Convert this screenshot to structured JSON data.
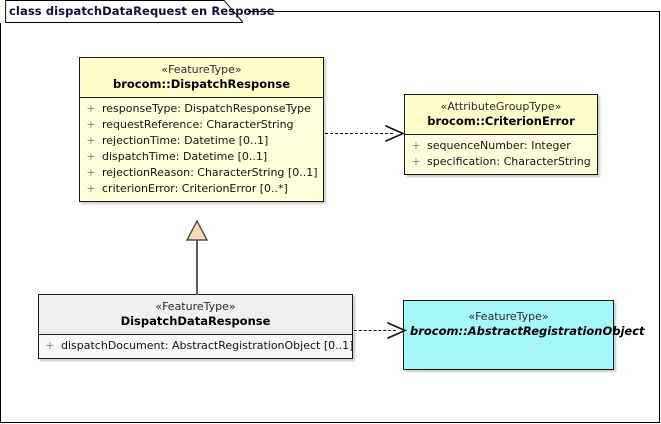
{
  "diagram": {
    "title": "class dispatchDataRequest en Response",
    "background_color": "#ffffff",
    "border_color": "#000000"
  },
  "colors": {
    "feature_type_fill": "#ffffcc",
    "attribute_group_fill": "#ffffcc",
    "abstract_fill": "#a6f7f7",
    "plain_fill": "#f2f2f2",
    "line": "#1a1a1a",
    "visibility_marker": "#8d8a5a",
    "generalization_triangle": "#f5dcb4"
  },
  "classes": {
    "dispatch_response": {
      "stereotype": "«FeatureType»",
      "name": "brocom::DispatchResponse",
      "abstract": false,
      "attributes": [
        {
          "visibility": "+",
          "text": "responseType: DispatchResponseType"
        },
        {
          "visibility": "+",
          "text": "requestReference: CharacterString"
        },
        {
          "visibility": "+",
          "text": "rejectionTime: Datetime [0..1]"
        },
        {
          "visibility": "+",
          "text": "dispatchTime: Datetime [0..1]"
        },
        {
          "visibility": "+",
          "text": "rejectionReason: CharacterString [0..1]"
        },
        {
          "visibility": "+",
          "text": "criterionError: CriterionError [0..*]"
        }
      ]
    },
    "criterion_error": {
      "stereotype": "«AttributeGroupType»",
      "name": "brocom::CriterionError",
      "abstract": false,
      "attributes": [
        {
          "visibility": "+",
          "text": "sequenceNumber: Integer"
        },
        {
          "visibility": "+",
          "text": "specification: CharacterString"
        }
      ]
    },
    "dispatch_data_response": {
      "stereotype": "«FeatureType»",
      "name": "DispatchDataResponse",
      "abstract": false,
      "attributes": [
        {
          "visibility": "+",
          "text": "dispatchDocument: AbstractRegistrationObject [0..1]"
        }
      ]
    },
    "abstract_registration_object": {
      "stereotype": "«FeatureType»",
      "name": "brocom::AbstractRegistrationObject",
      "abstract": true,
      "attributes": []
    }
  },
  "connectors": [
    {
      "id": "dependency-dispatchresponse-criterionerror",
      "type": "dependency",
      "style": "dashed-open-arrow",
      "source": "brocom::DispatchResponse",
      "target": "brocom::CriterionError"
    },
    {
      "id": "generalization-dispatchdataresponse-dispatchresponse",
      "type": "generalization",
      "style": "solid-hollow-triangle",
      "source": "DispatchDataResponse",
      "target": "brocom::DispatchResponse"
    },
    {
      "id": "dependency-dispatchdataresponse-abstractregistrationobject",
      "type": "dependency",
      "style": "dashed-open-arrow",
      "source": "DispatchDataResponse",
      "target": "brocom::AbstractRegistrationObject"
    }
  ]
}
